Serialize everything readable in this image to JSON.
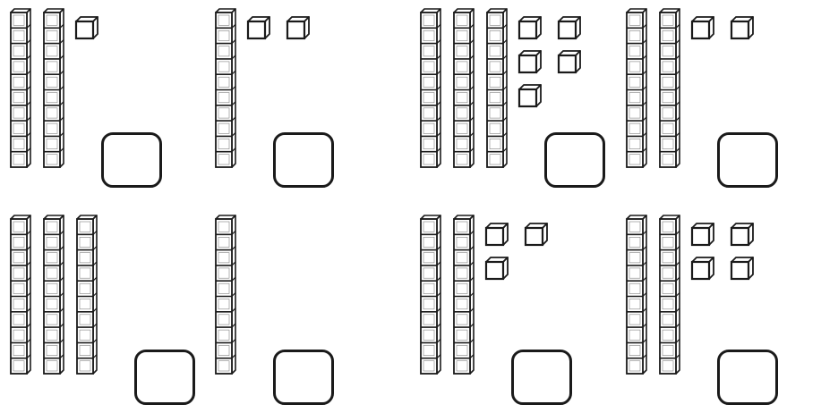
{
  "problems": [
    {
      "tens": 2,
      "ones": 1,
      "answer": ""
    },
    {
      "tens": 1,
      "ones": 2,
      "answer": ""
    },
    {
      "tens": 3,
      "ones": 5,
      "answer": ""
    },
    {
      "tens": 2,
      "ones": 2,
      "answer": ""
    },
    {
      "tens": 3,
      "ones": 0,
      "answer": ""
    },
    {
      "tens": 1,
      "ones": 0,
      "answer": ""
    },
    {
      "tens": 2,
      "ones": 3,
      "answer": ""
    },
    {
      "tens": 2,
      "ones": 4,
      "answer": ""
    }
  ],
  "colors": {
    "stroke": "#1a1a1a",
    "face": "#ffffff"
  },
  "icons": {
    "ten_rod": "base-ten-rod-icon",
    "one_cube": "unit-cube-icon"
  }
}
